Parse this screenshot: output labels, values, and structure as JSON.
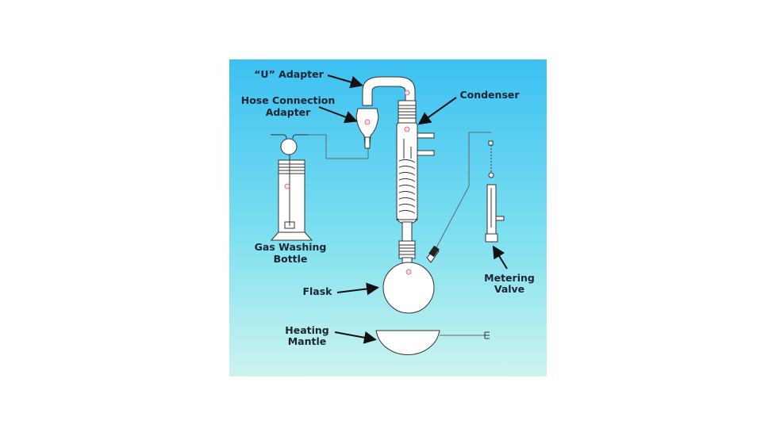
{
  "diagram": {
    "labels": {
      "u_adapter": "“U” Adapter",
      "hose_adapter_line1": "Hose Connection",
      "hose_adapter_line2": "Adapter",
      "condenser": "Condenser",
      "gas_bottle_line1": "Gas Washing",
      "gas_bottle_line2": "Bottle",
      "flask": "Flask",
      "metering_line1": "Metering",
      "metering_line2": "Valve",
      "mantle_line1": "Heating",
      "mantle_line2": "Mantle"
    },
    "colors": {
      "bg_top": "#3cc0f2",
      "bg_bottom": "#cdf4ef",
      "mark": "#e8457a"
    }
  }
}
